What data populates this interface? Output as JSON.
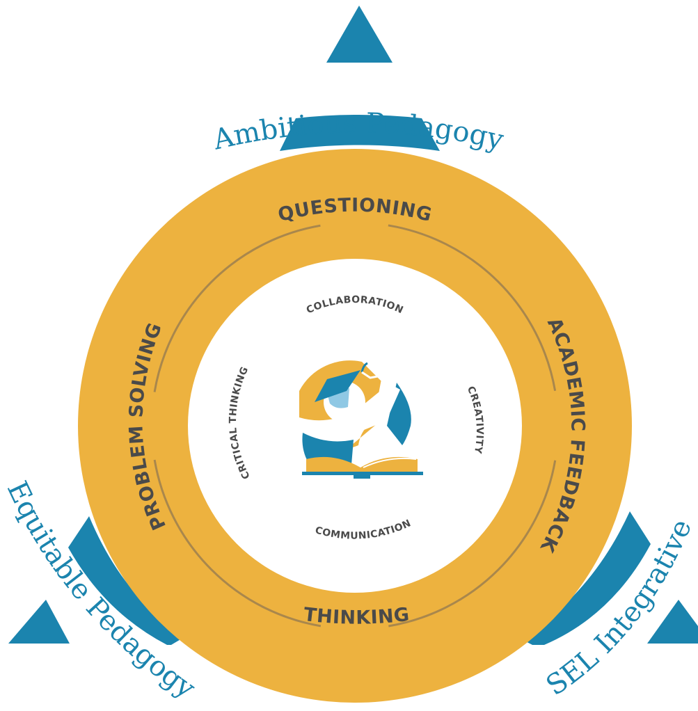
{
  "colors": {
    "gold": "#EDB23F",
    "teal": "#1B84AE",
    "light_blue": "#8FC8E4",
    "dark_text": "#4A4A4A",
    "ring_line": "#A9874C",
    "white": "#FFFFFF"
  },
  "pedagogies": {
    "top": "Ambitious Pedagogy",
    "left": "Equitable Pedagogy",
    "right": "SEL Integrative"
  },
  "outer_ring": {
    "top": "QUESTIONING",
    "right": "ACADEMIC FEEDBACK",
    "bottom": "THINKING",
    "left": "PROBLEM SOLVING"
  },
  "inner_ring": {
    "top": "COLLABORATION",
    "right": "CREATIVITY",
    "bottom": "COMMUNICATION",
    "left": "CRITICAL THINKING"
  },
  "icons": {
    "center": "graduation-book-logo-icon",
    "corner_markers": "triangle-icon"
  }
}
